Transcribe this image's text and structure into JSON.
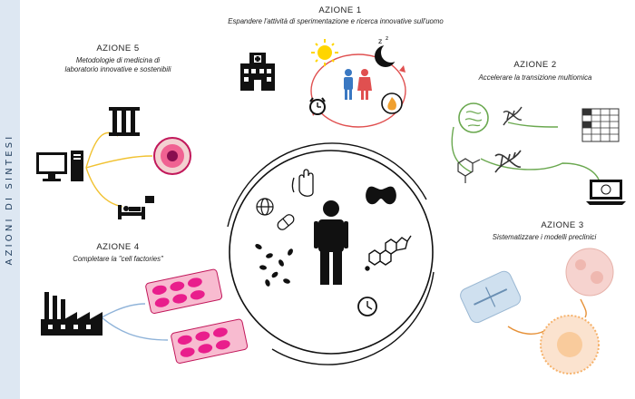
{
  "side_label": "Azioni di sintesi",
  "actions": [
    {
      "id": 1,
      "title": "AZIONE 1",
      "text": "Espandere l'attività di sperimentazione e ricerca innovative sull'uomo"
    },
    {
      "id": 2,
      "title": "AZIONE 2",
      "text": "Accelerare la transizione multiomica"
    },
    {
      "id": 3,
      "title": "AZIONE 3",
      "text": "Sistematizzare i modelli preclinici"
    },
    {
      "id": 4,
      "title": "AZIONE 4",
      "text": "Completare la \"cell factories\""
    },
    {
      "id": 5,
      "title": "AZIONE 5",
      "text_line1": "Metodologie di medicina di",
      "text_line2": "laboratorio innovative e sostenibili"
    }
  ],
  "colors": {
    "sidebar_bg": "#dde7f2",
    "sidebar_text": "#1f3c5c",
    "action1_loop": "#e05050",
    "action2_line": "#6aa84f",
    "action3_line": "#e69138",
    "action4_line": "#8fb3d9",
    "action5_line": "#f1c232",
    "pink": "#e91e8c"
  },
  "icons": [
    "hospital-icon",
    "sun-icon",
    "moon-icon",
    "people-icon",
    "alarm-clock-icon",
    "fire-icon",
    "computer-icon",
    "test-tubes-icon",
    "cell-icon",
    "patient-bed-icon",
    "factory-icon",
    "well-plate-icon",
    "cell-cluster-icon",
    "dna-icon",
    "molecule-icon",
    "table-icon",
    "laptop-icon",
    "organoid-icon",
    "chip-icon",
    "person-icon",
    "hand-icon",
    "globe-icon",
    "pill-icon",
    "thyroid-icon",
    "steroid-icon",
    "bacteria-icon",
    "clock-icon"
  ]
}
